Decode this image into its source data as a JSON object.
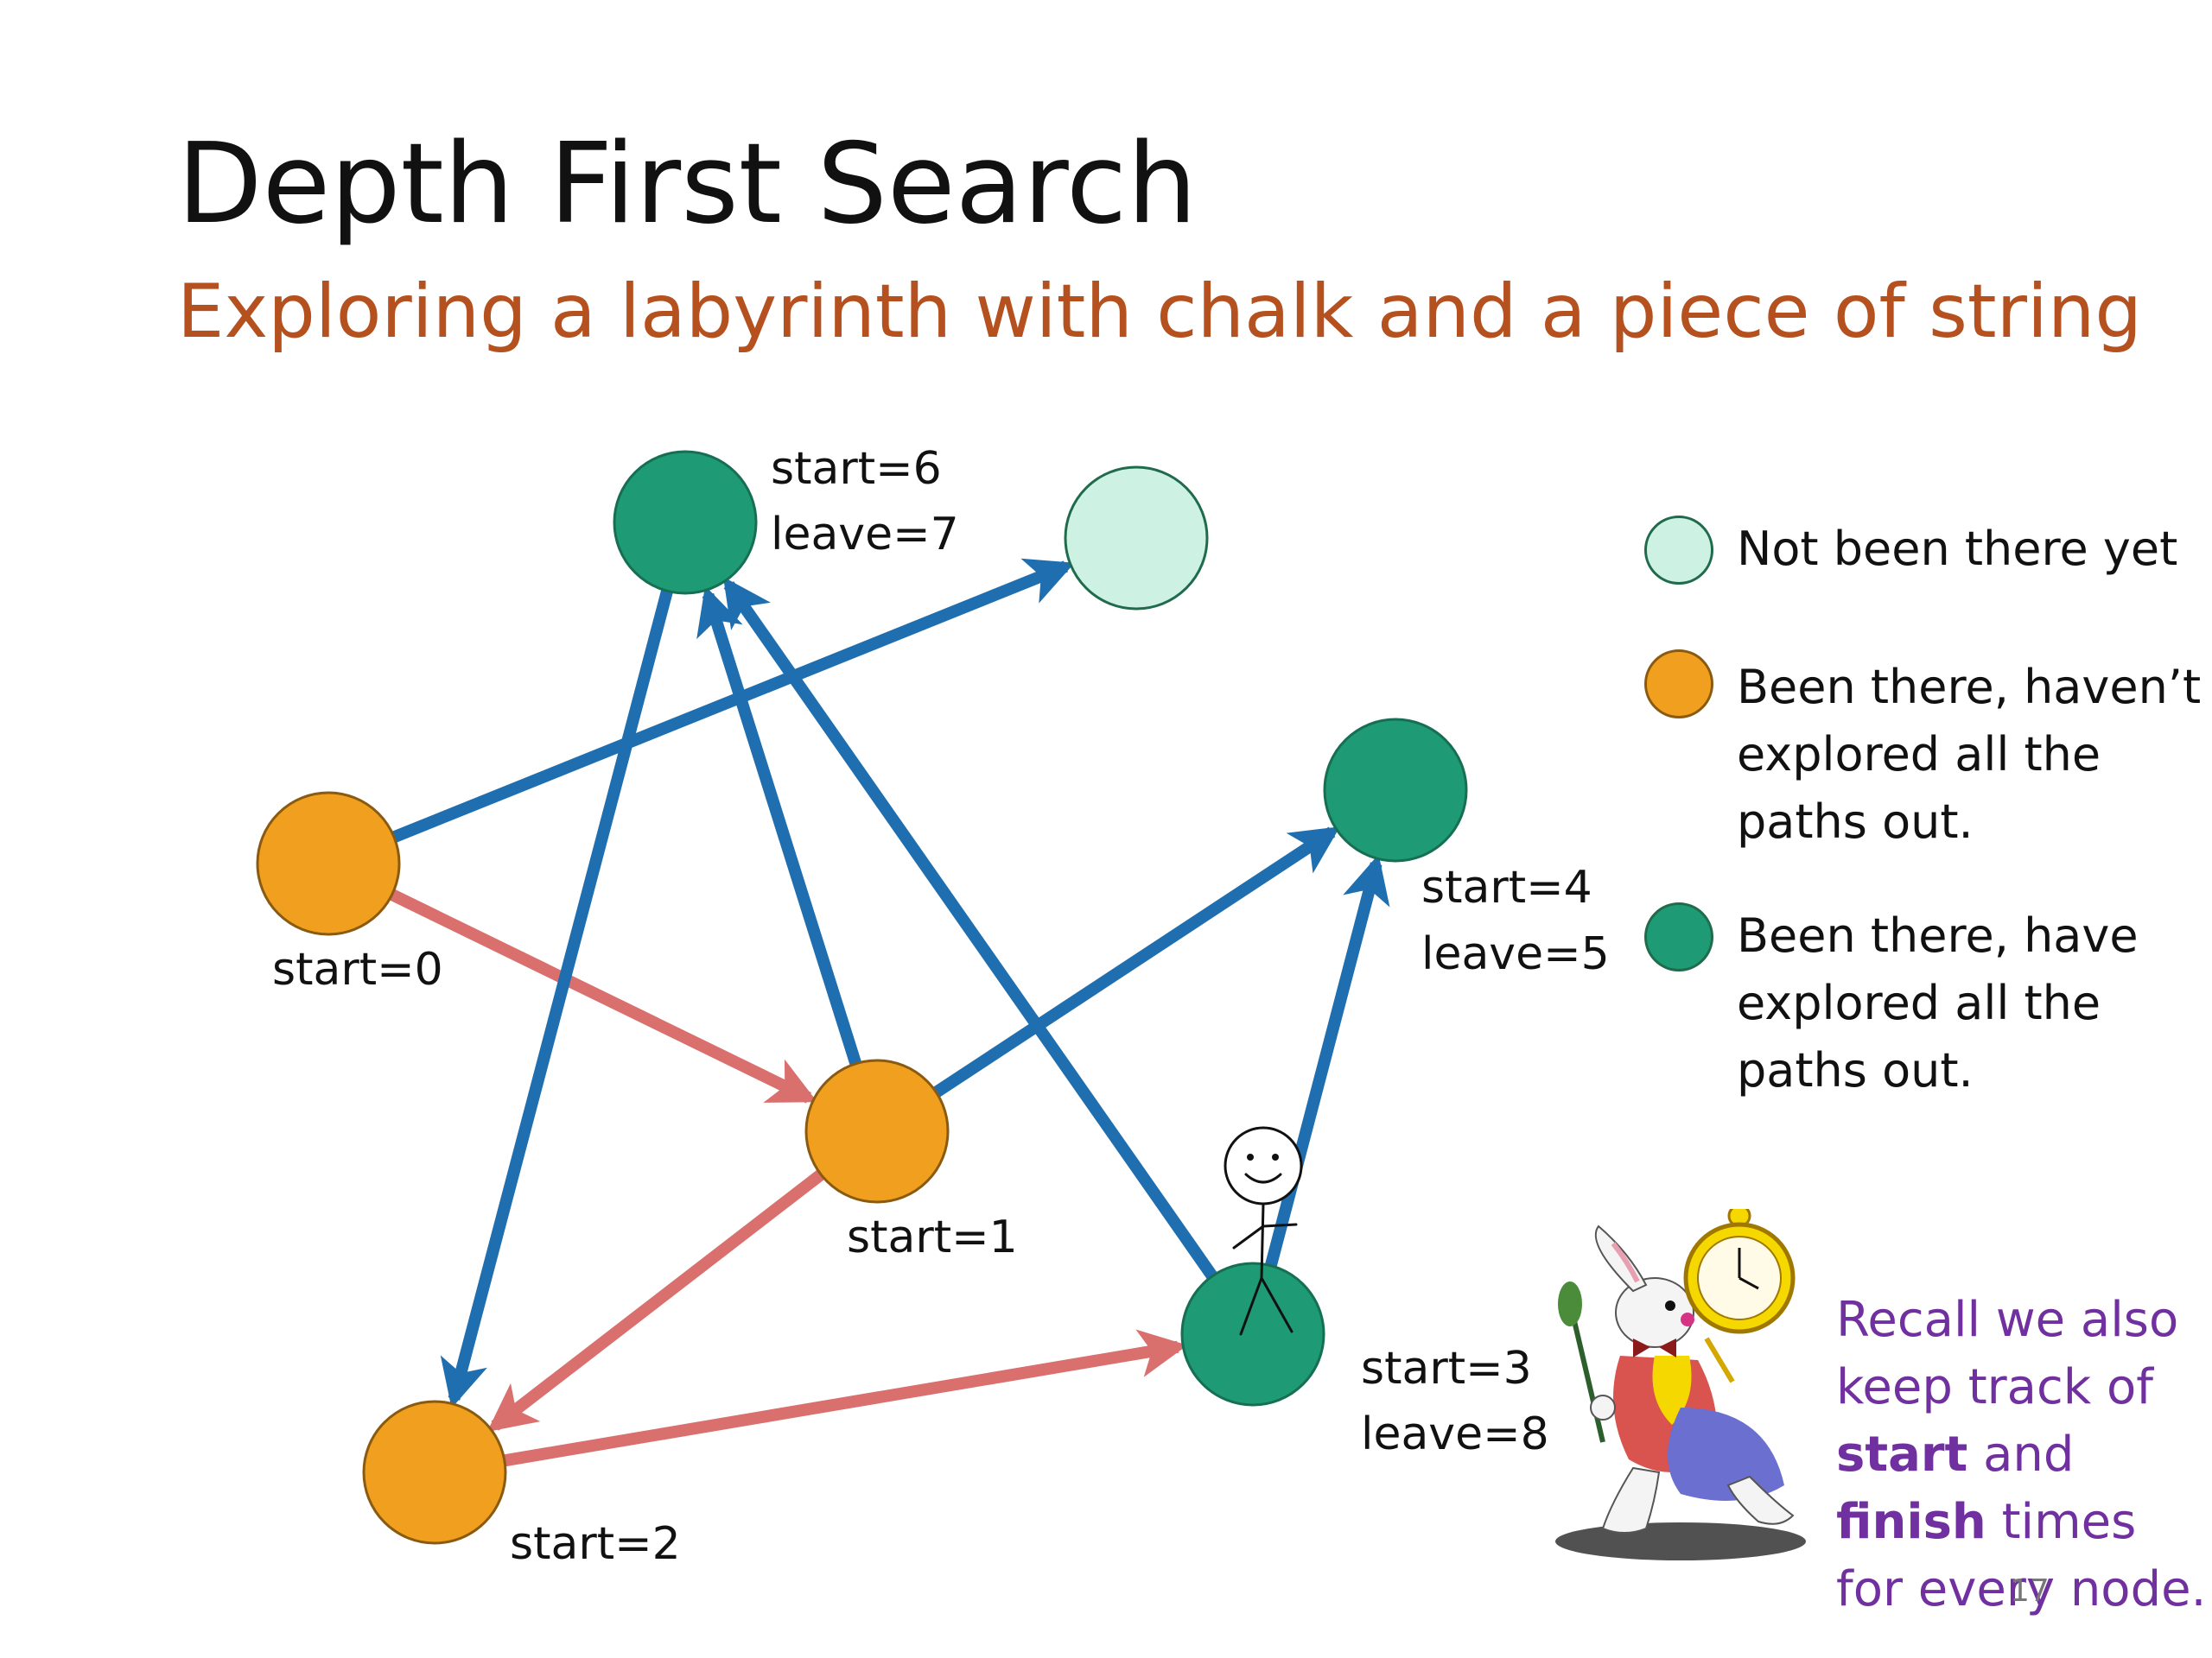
{
  "title": "Depth First Search",
  "subtitle": "Exploring a labyrinth with chalk and a piece of string",
  "colors": {
    "unvisited": "#cdf2e4",
    "in_progress": "#f0a01e",
    "finished": "#1e9a74",
    "tree_edge": "#d9706e",
    "other_edge": "#1f6fb0",
    "title": "#111111",
    "subtitle": "#b5501f",
    "recall_text": "#7030a0"
  },
  "nodes": [
    {
      "id": "n0",
      "state": "in_progress",
      "label_lines": [
        "start=0"
      ]
    },
    {
      "id": "n1",
      "state": "in_progress",
      "label_lines": [
        "start=1"
      ]
    },
    {
      "id": "n2",
      "state": "in_progress",
      "label_lines": [
        "start=2"
      ]
    },
    {
      "id": "n3",
      "state": "finished",
      "label_lines": [
        "start=3",
        "leave=8"
      ]
    },
    {
      "id": "n4",
      "state": "finished",
      "label_lines": [
        "start=4",
        "leave=5"
      ]
    },
    {
      "id": "n5",
      "state": "unvisited",
      "label_lines": []
    },
    {
      "id": "n6",
      "state": "finished",
      "label_lines": [
        "start=6",
        "leave=7"
      ]
    }
  ],
  "edges": [
    {
      "from": "n0",
      "to": "n1",
      "kind": "tree_edge"
    },
    {
      "from": "n1",
      "to": "n2",
      "kind": "tree_edge"
    },
    {
      "from": "n2",
      "to": "n3",
      "kind": "tree_edge"
    },
    {
      "from": "n0",
      "to": "n5",
      "kind": "other_edge"
    },
    {
      "from": "n1",
      "to": "n6",
      "kind": "other_edge"
    },
    {
      "from": "n1",
      "to": "n4",
      "kind": "other_edge"
    },
    {
      "from": "n3",
      "to": "n4",
      "kind": "other_edge"
    },
    {
      "from": "n3",
      "to": "n6",
      "kind": "other_edge"
    },
    {
      "from": "n6",
      "to": "n2",
      "kind": "other_edge"
    }
  ],
  "legend": {
    "unvisited": "Not been there yet",
    "in_progress_lines": [
      "Been there, haven’t",
      "explored all the",
      "paths out."
    ],
    "finished_lines": [
      "Been there, have",
      "explored all the",
      "paths out."
    ]
  },
  "recall": {
    "part1": "Recall we also keep track of ",
    "start_word": "start",
    "and_word": " and ",
    "finish_word": "finish",
    "part2": " times for every node."
  },
  "page_number": "17",
  "icons": {
    "explorer": "stick-figure-icon",
    "rabbit": "white-rabbit-with-pocket-watch-icon"
  }
}
